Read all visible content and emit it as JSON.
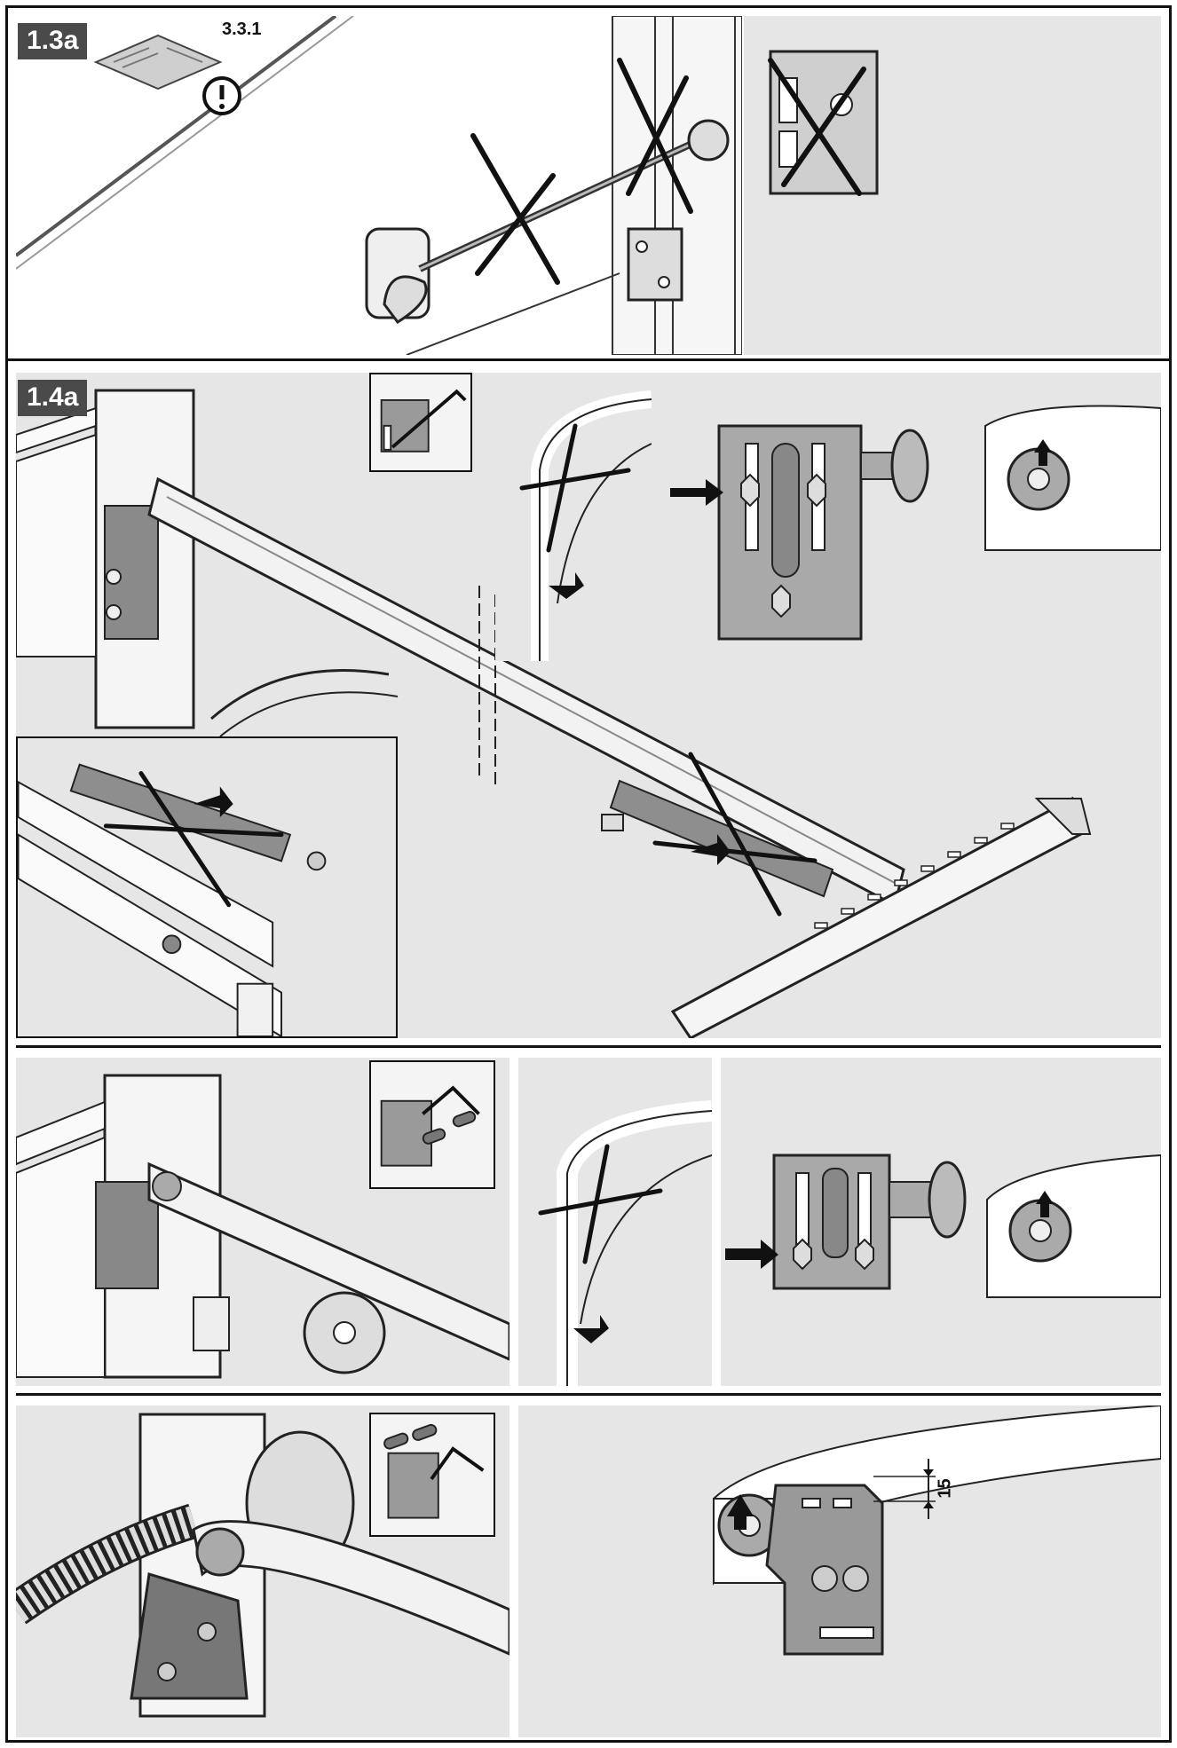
{
  "section_1": {
    "step_label": "1.3a",
    "reference": "3.3.1"
  },
  "section_2": {
    "step_label": "1.4a"
  },
  "dimension": {
    "value": "15"
  },
  "icons": [
    "manual-warning-icon",
    "prohibited-cross-icon",
    "arrow-icon",
    "hex-bolt-icon"
  ]
}
